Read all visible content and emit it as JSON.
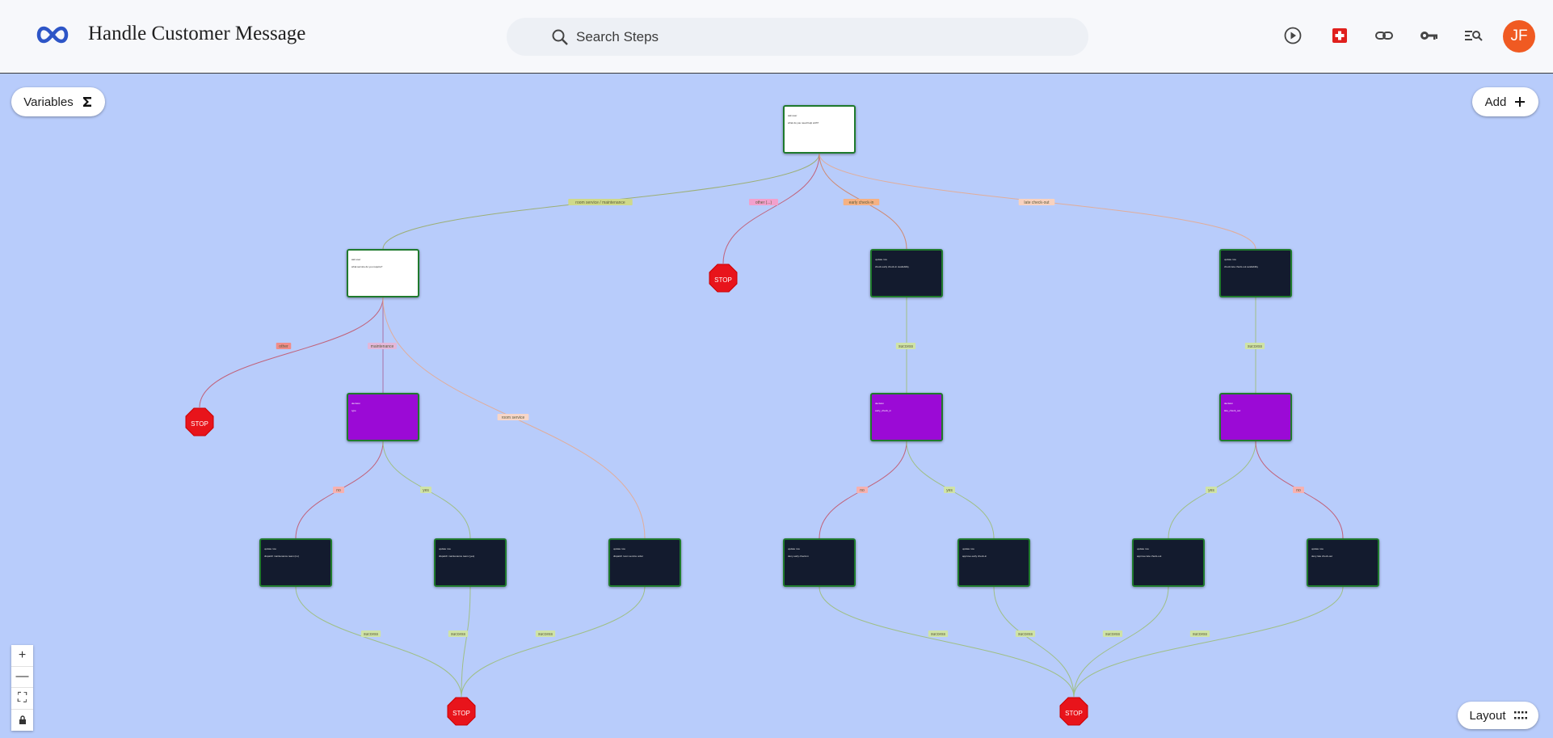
{
  "header": {
    "title": "Handle Customer Message",
    "logo_icon": "infinity-icon",
    "search": {
      "placeholder": "Search Steps",
      "value": ""
    },
    "actions": [
      "play-icon",
      "medical-cross-icon",
      "link-icon",
      "key-icon",
      "search-list-icon"
    ],
    "avatar_initials": "JF",
    "colors": {
      "logo": "#2d55c7",
      "avatar": "#f05a22",
      "medical": "#e0201d",
      "canvas": "#b8ccfb"
    }
  },
  "canvas": {
    "variables_label": "Variables",
    "add_label": "Add",
    "layout_label": "Layout",
    "zoom_controls": [
      "zoom-in-icon",
      "zoom-out-icon",
      "fit-view-icon",
      "lock-icon"
    ],
    "stop_label": "STOP",
    "nodes": [
      {
        "kind": "white",
        "title": "ask user",
        "body": "what do you need help with?"
      },
      {
        "kind": "white",
        "title": "ask user",
        "body": "what service do you require?"
      },
      {
        "kind": "dark",
        "title": "update row",
        "body": "check early check-in availability"
      },
      {
        "kind": "dark",
        "title": "update row",
        "body": "check late check-out availability"
      },
      {
        "kind": "purple",
        "title": "decision",
        "body": "type"
      },
      {
        "kind": "purple",
        "title": "decision",
        "body": "early_check_in"
      },
      {
        "kind": "purple",
        "title": "decision",
        "body": "late_check_out"
      },
      {
        "kind": "dark",
        "title": "update row",
        "body": "dispatch maintenance team (no)"
      },
      {
        "kind": "dark",
        "title": "update row",
        "body": "dispatch maintenance team (yes)"
      },
      {
        "kind": "dark",
        "title": "update row",
        "body": "dispatch room service order"
      },
      {
        "kind": "dark",
        "title": "update row",
        "body": "deny early check-in"
      },
      {
        "kind": "dark",
        "title": "update row",
        "body": "approve early check-in"
      },
      {
        "kind": "dark",
        "title": "update row",
        "body": "approve late check-out"
      },
      {
        "kind": "dark",
        "title": "update row",
        "body": "deny late check-out"
      }
    ],
    "edge_labels": [
      "room service / maintenance",
      "other (...)",
      "early check-in",
      "late check-out",
      "other",
      "maintenance",
      "room service",
      "success",
      "success",
      "no",
      "yes",
      "no",
      "yes",
      "yes",
      "no",
      "success",
      "success",
      "success",
      "success",
      "success",
      "success",
      "success"
    ]
  }
}
